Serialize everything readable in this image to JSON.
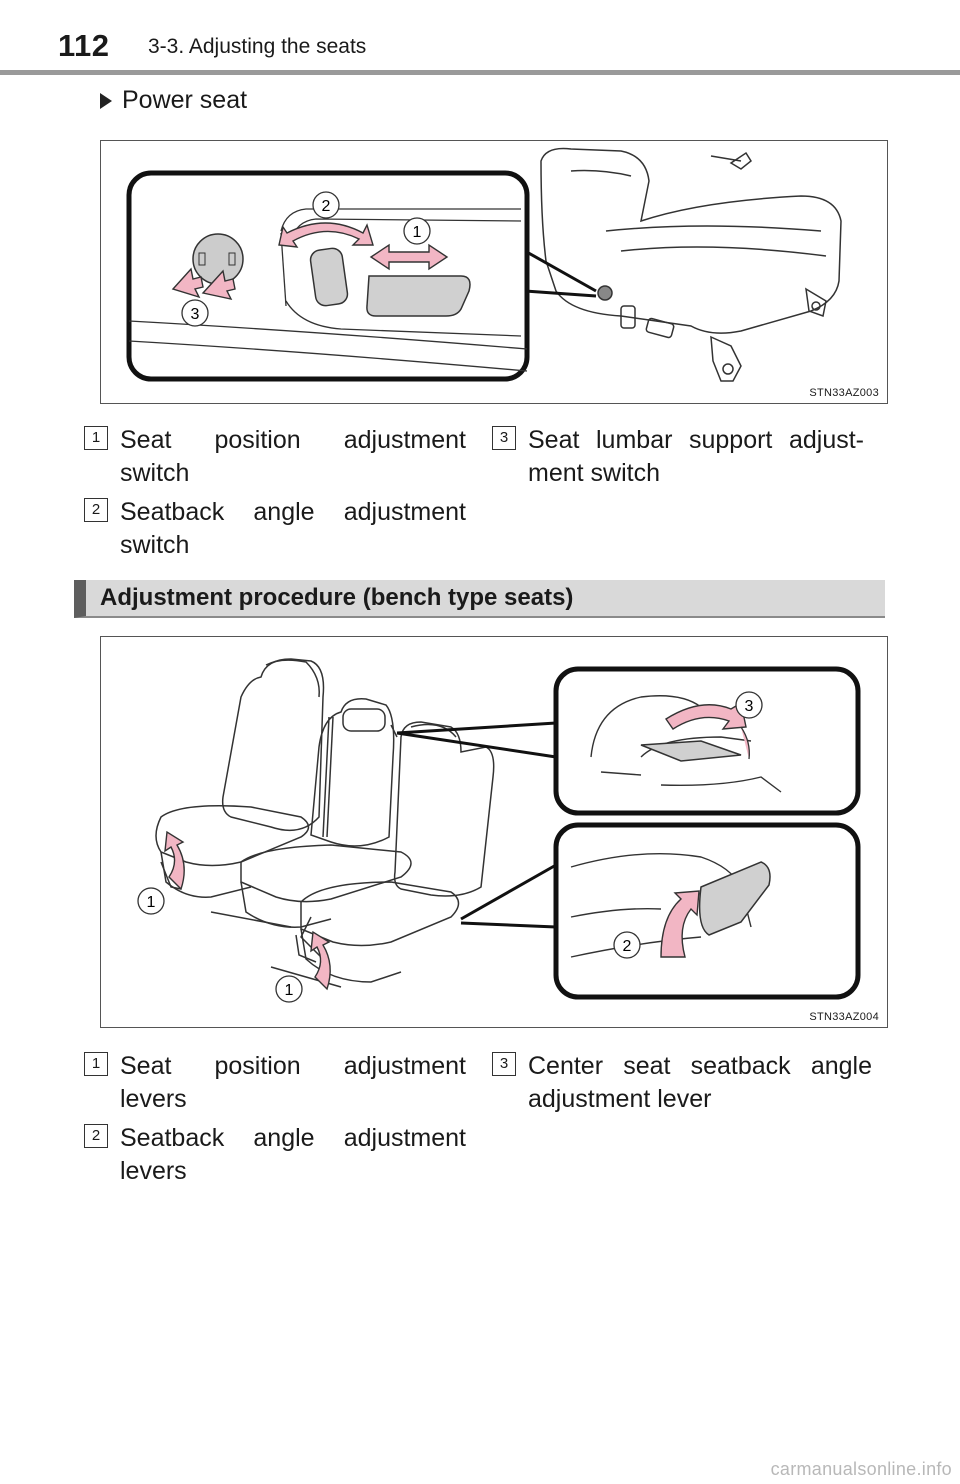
{
  "header": {
    "page_number": "112",
    "section": "3-3. Adjusting the seats"
  },
  "bullet": {
    "text": "Power seat"
  },
  "figure1": {
    "code": "STN33AZ003",
    "callouts": [
      "1",
      "2",
      "3"
    ]
  },
  "legend1": [
    {
      "num": "1",
      "text": "Seat position adjustment switch"
    },
    {
      "num": "2",
      "text": "Seatback angle adjustment switch"
    },
    {
      "num": "3",
      "text": "Seat lumbar support adjust- ment switch"
    }
  ],
  "subheading": {
    "text": "Adjustment procedure (bench type seats)"
  },
  "figure2": {
    "code": "STN33AZ004",
    "callouts": [
      "1",
      "1",
      "2",
      "3"
    ]
  },
  "legend2": [
    {
      "num": "1",
      "text": "Seat position adjustment levers"
    },
    {
      "num": "2",
      "text": "Seatback angle adjustment levers"
    },
    {
      "num": "3",
      "text": "Center seat seatback angle adjustment lever"
    }
  ],
  "footer": {
    "watermark": "carmanualsonline.info"
  },
  "colors": {
    "arrow_fill": "#f2b6c4",
    "arrow_stroke": "#333333",
    "switch_fill": "#d8d8d8",
    "rule": "#9a9a9a"
  }
}
